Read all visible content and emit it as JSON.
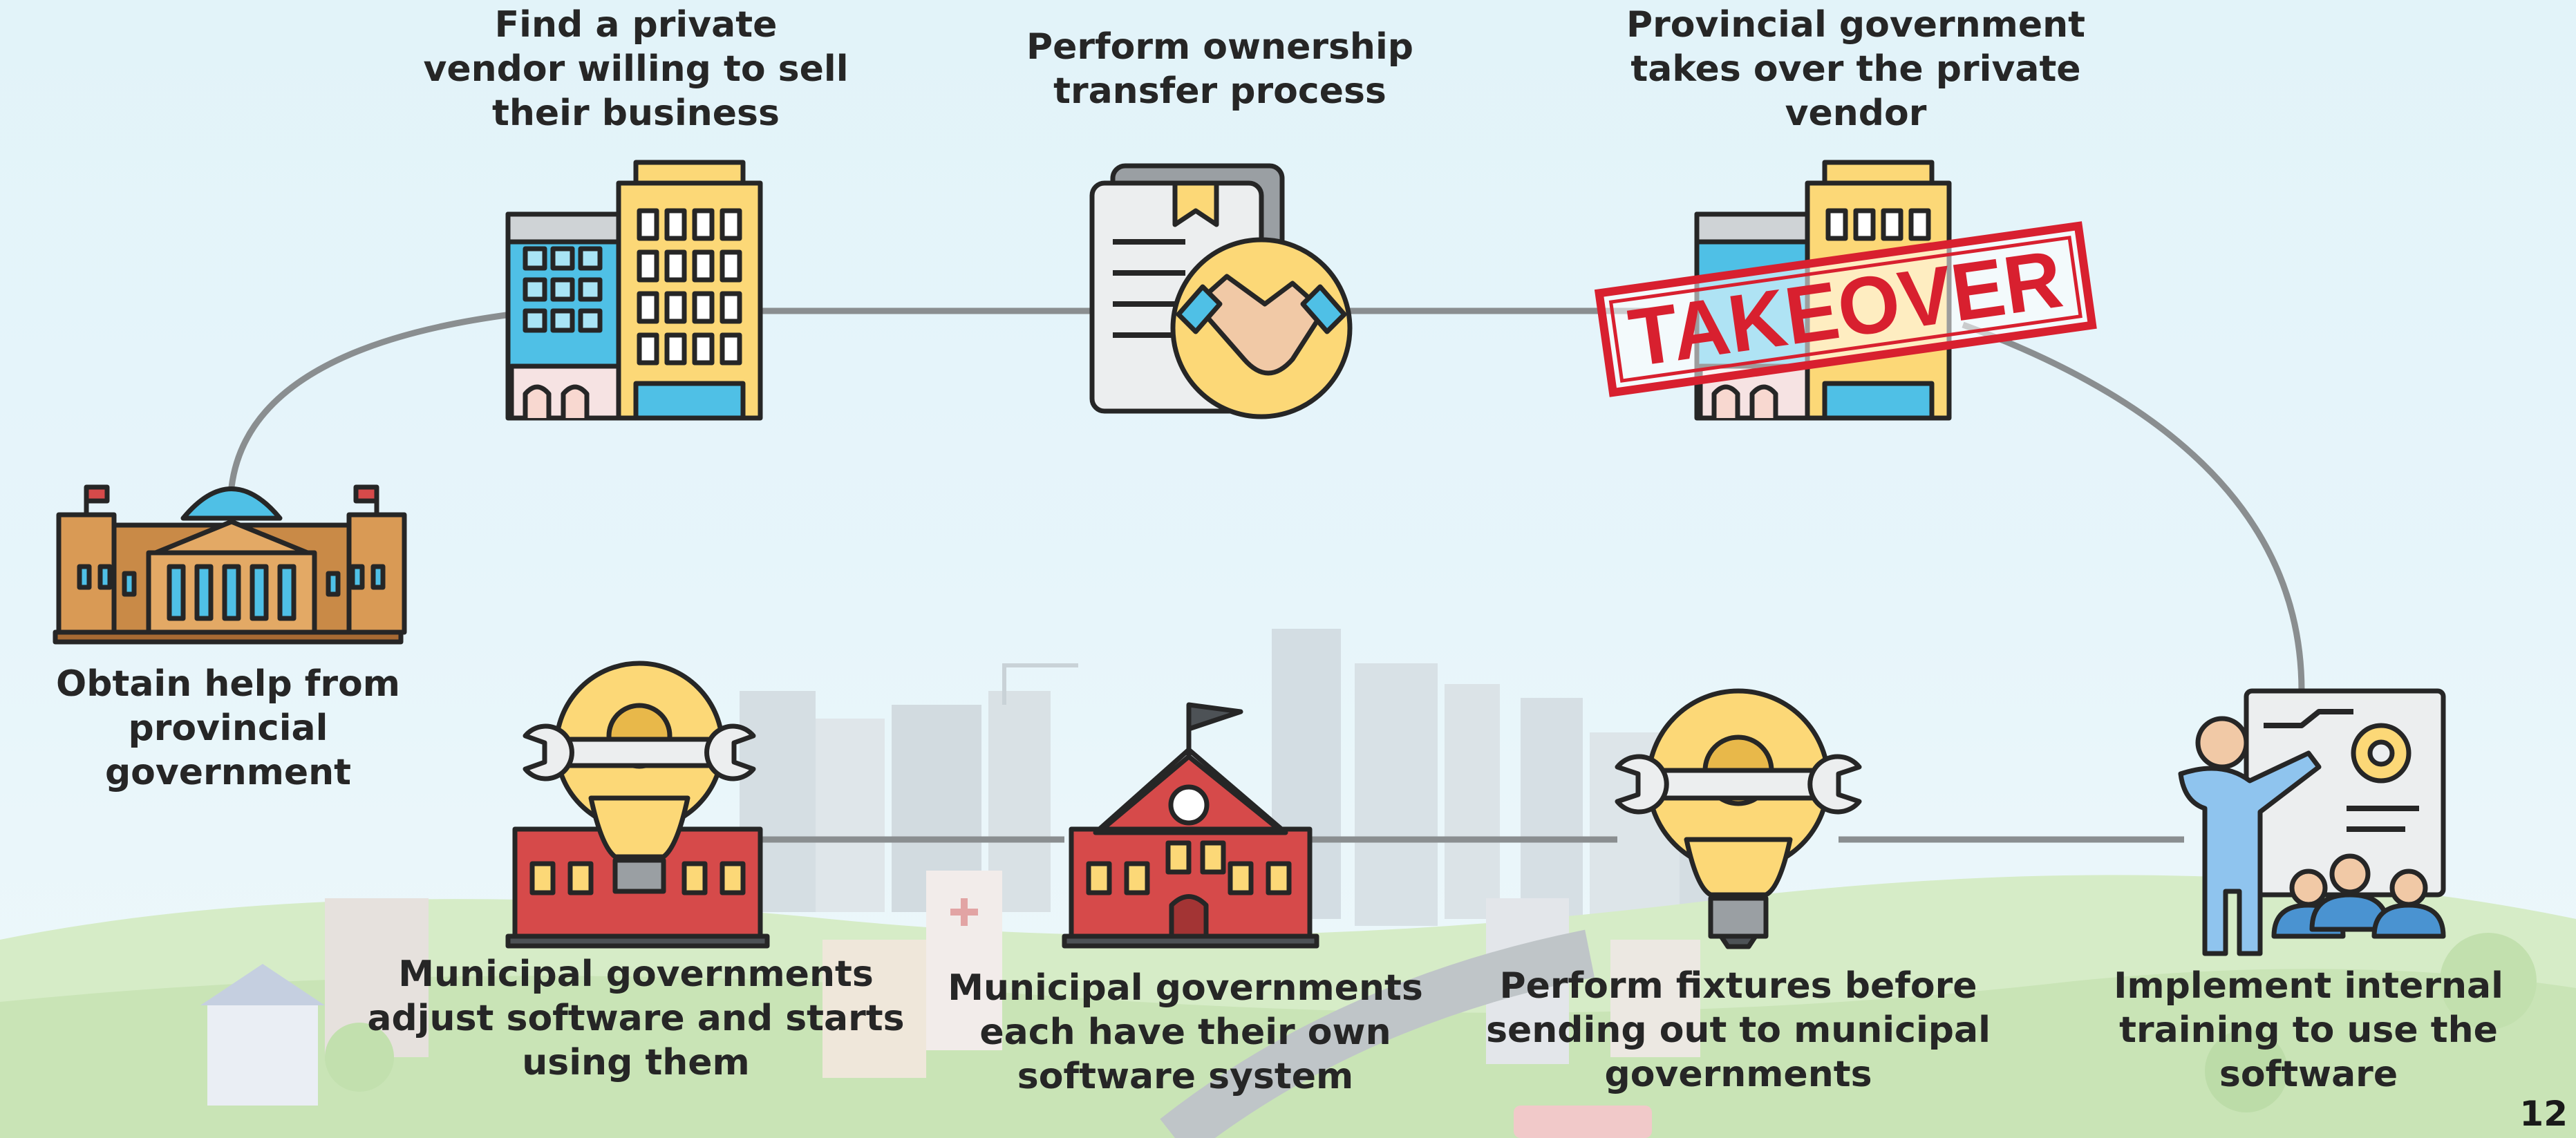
{
  "steps": [
    {
      "id": "obtain-help",
      "label_lines": [
        "Obtain help from",
        "provincial government"
      ]
    },
    {
      "id": "find-vendor",
      "label_lines": [
        "Find a private",
        "vendor willing to sell",
        "their business"
      ]
    },
    {
      "id": "ownership-transfer",
      "label_lines": [
        "Perform ownership",
        "transfer process"
      ]
    },
    {
      "id": "takeover",
      "label_lines": [
        "Provincial government",
        "takes over the private",
        "vendor"
      ]
    },
    {
      "id": "training",
      "label_lines": [
        "Implement internal",
        "training to use the",
        "software"
      ]
    },
    {
      "id": "fixtures",
      "label_lines": [
        "Perform fixtures before",
        "sending out to municipal",
        "governments"
      ]
    },
    {
      "id": "own-software",
      "label_lines": [
        "Municipal governments",
        "each have their own",
        "software system"
      ]
    },
    {
      "id": "adjust-software",
      "label_lines": [
        "Municipal governments",
        "adjust software and starts",
        "using them"
      ]
    }
  ],
  "stamp_text": "TAKEOVER",
  "page_number": "12",
  "colors": {
    "connector": "#8a8e90",
    "outline": "#262626",
    "yellow": "#fcd877",
    "blue": "#4fc0e6",
    "red": "#d64a4a",
    "stamp": "#d8202f",
    "wood": "#c98a47"
  },
  "icons": [
    "parliament-icon",
    "office-building-icon",
    "contract-handshake-icon",
    "takeover-building-icon",
    "presentation-teacher-icon",
    "bulb-wrench-icon",
    "school-building-icon",
    "bulb-wrench-school-icon"
  ]
}
